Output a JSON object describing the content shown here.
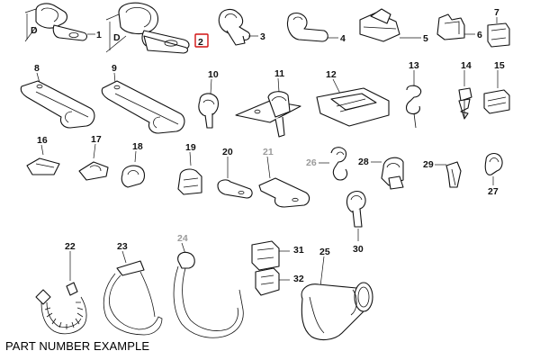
{
  "caption": "PART NUMBER EXAMPLE",
  "dimension_label": "D",
  "highlight_color": "#d01010",
  "callouts": [
    {
      "n": "1",
      "shade": "dark"
    },
    {
      "n": "2",
      "shade": "dark",
      "highlighted": true
    },
    {
      "n": "3",
      "shade": "dark"
    },
    {
      "n": "4",
      "shade": "dark"
    },
    {
      "n": "5",
      "shade": "dark"
    },
    {
      "n": "6",
      "shade": "dark"
    },
    {
      "n": "7",
      "shade": "dark"
    },
    {
      "n": "8",
      "shade": "dark"
    },
    {
      "n": "9",
      "shade": "dark"
    },
    {
      "n": "10",
      "shade": "dark"
    },
    {
      "n": "11",
      "shade": "dark"
    },
    {
      "n": "12",
      "shade": "dark"
    },
    {
      "n": "13",
      "shade": "dark"
    },
    {
      "n": "14",
      "shade": "dark"
    },
    {
      "n": "15",
      "shade": "dark"
    },
    {
      "n": "16",
      "shade": "dark"
    },
    {
      "n": "17",
      "shade": "dark"
    },
    {
      "n": "18",
      "shade": "dark"
    },
    {
      "n": "19",
      "shade": "dark"
    },
    {
      "n": "20",
      "shade": "dark"
    },
    {
      "n": "21",
      "shade": "gray"
    },
    {
      "n": "26",
      "shade": "gray"
    },
    {
      "n": "28",
      "shade": "dark"
    },
    {
      "n": "29",
      "shade": "dark"
    },
    {
      "n": "27",
      "shade": "dark"
    },
    {
      "n": "30",
      "shade": "dark"
    },
    {
      "n": "22",
      "shade": "dark"
    },
    {
      "n": "23",
      "shade": "dark"
    },
    {
      "n": "24",
      "shade": "gray"
    },
    {
      "n": "31",
      "shade": "dark"
    },
    {
      "n": "32",
      "shade": "dark"
    },
    {
      "n": "25",
      "shade": "dark"
    }
  ]
}
